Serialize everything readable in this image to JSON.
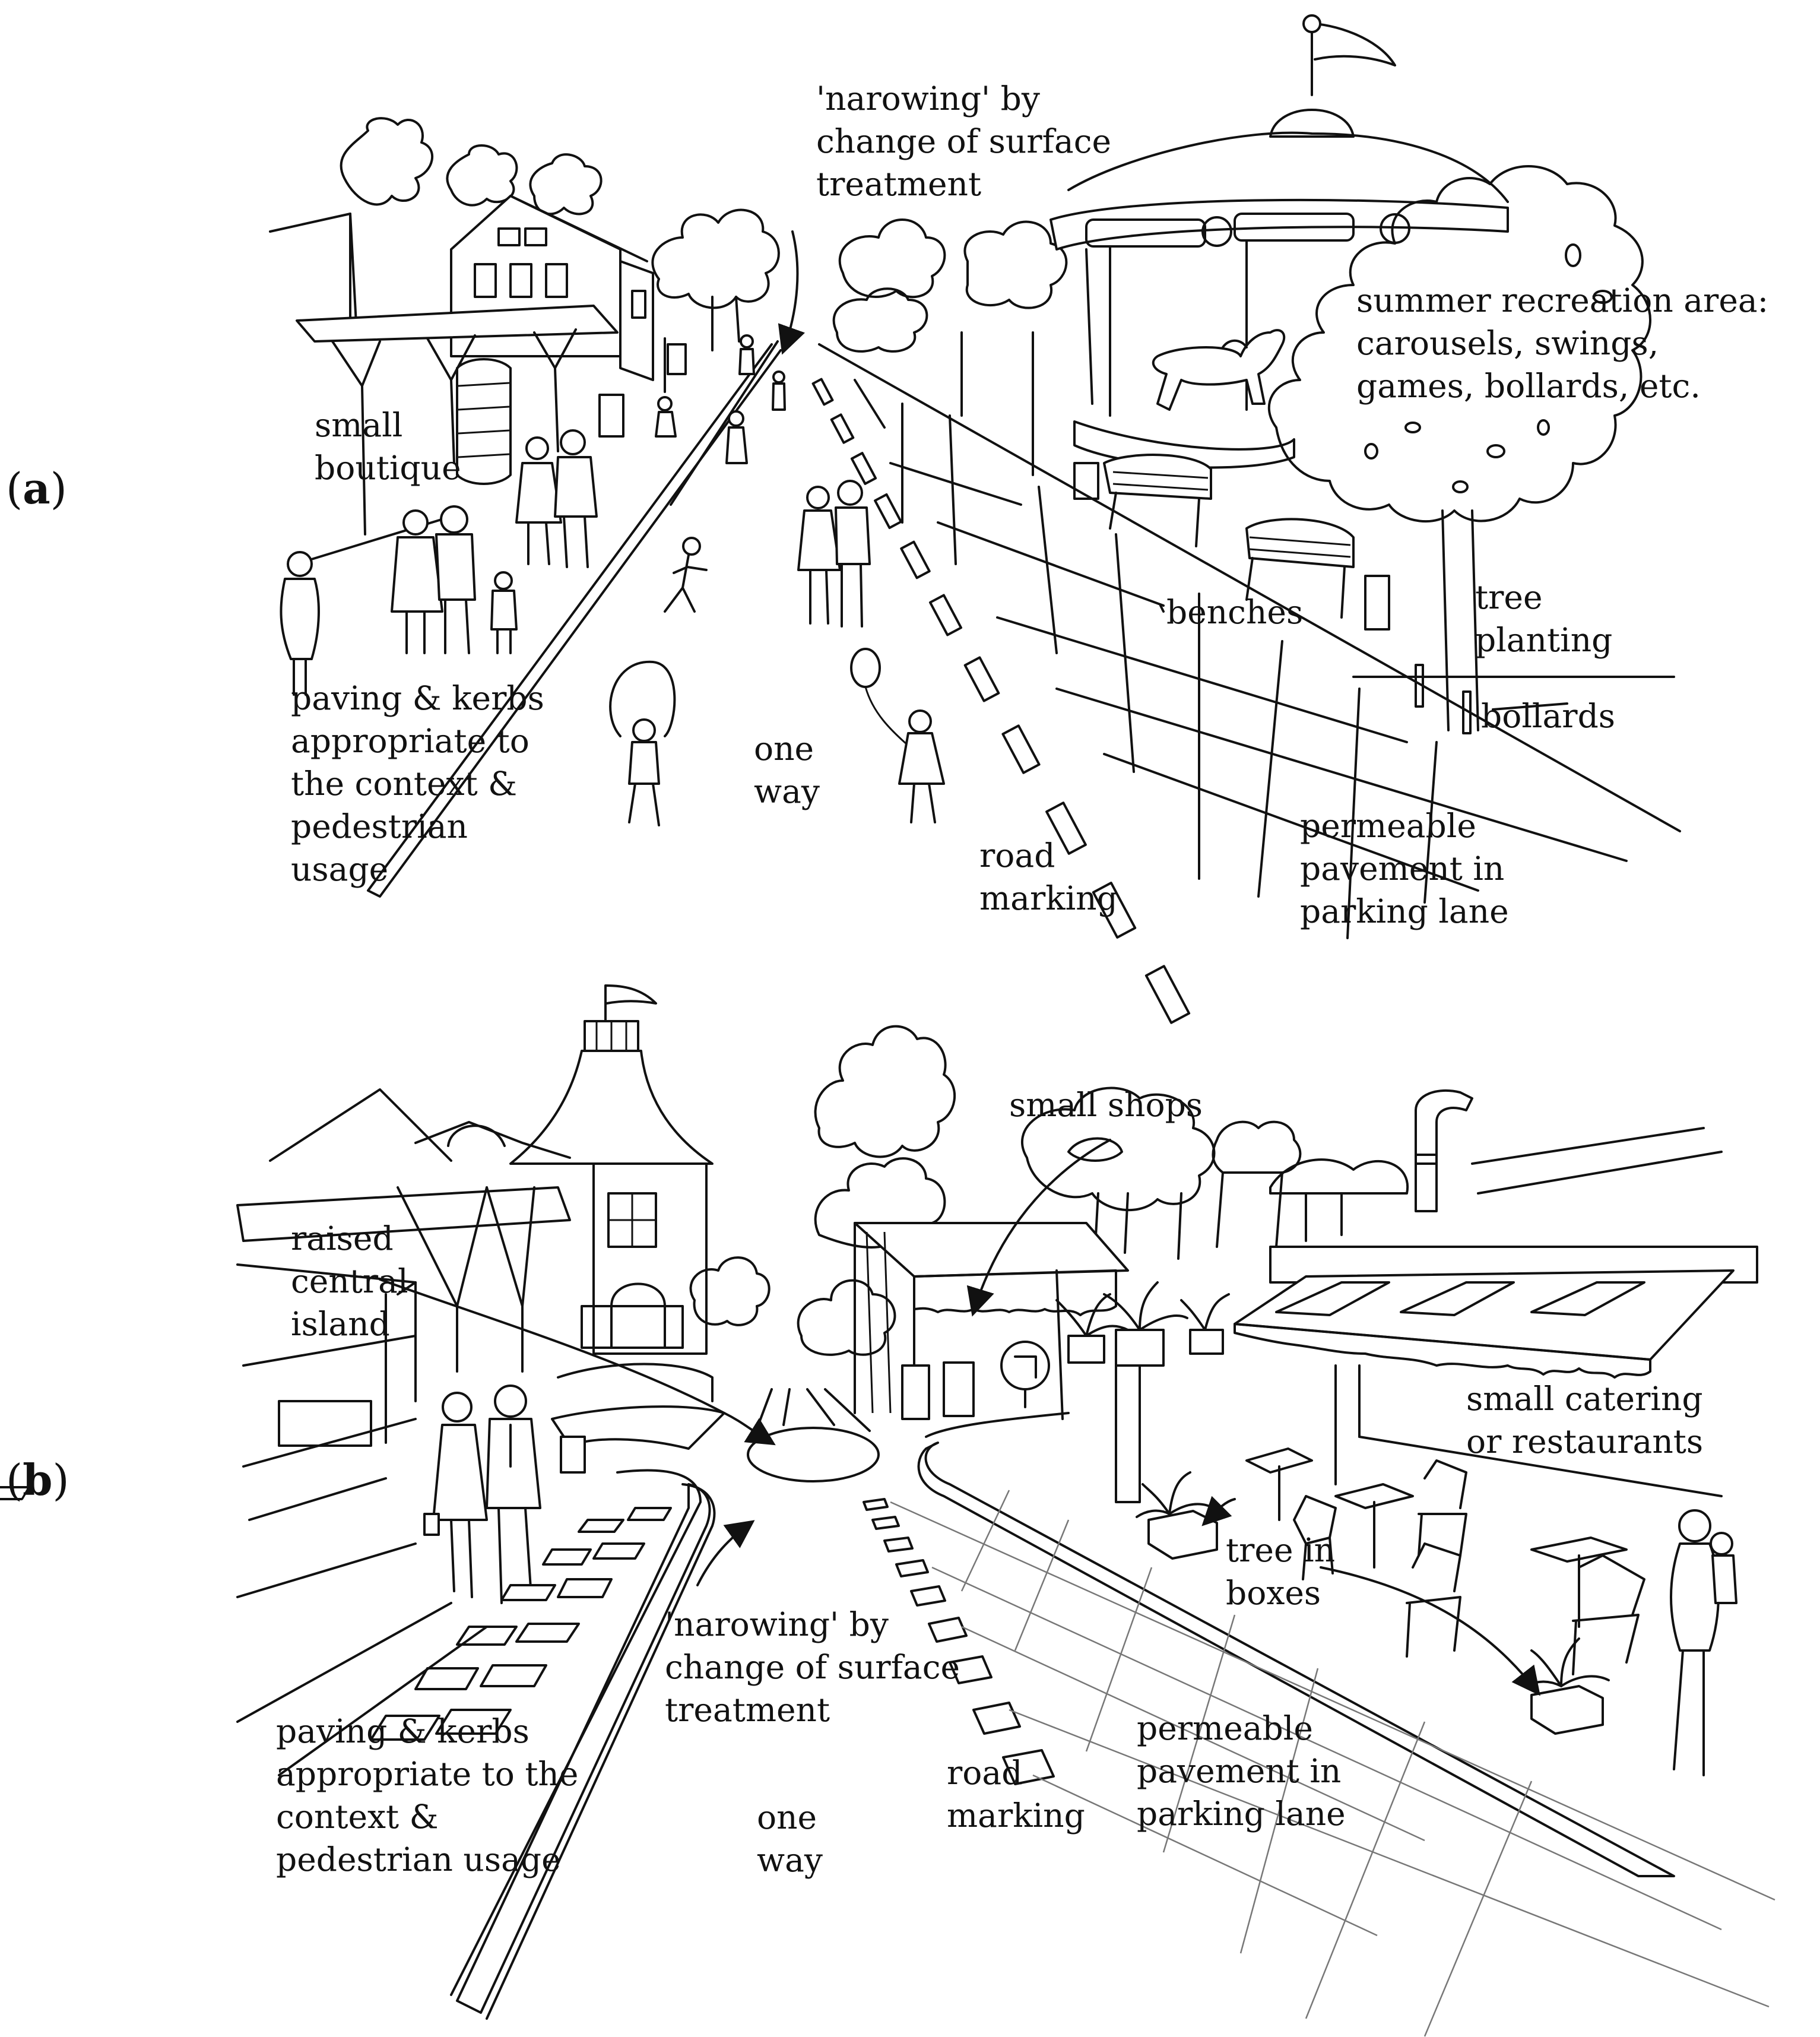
{
  "panels": [
    {
      "id": "a",
      "tag_open": "(",
      "tag_letter": "a",
      "tag_close": ")",
      "labels": {
        "narrowing": [
          "'narowing' by",
          "change of surface",
          "treatment"
        ],
        "boutique": [
          "small",
          "boutique"
        ],
        "recreation": [
          "summer recreation area:",
          "carousels, swings,",
          "games, bollards, etc."
        ],
        "benches": [
          "benches"
        ],
        "trees": [
          "tree",
          "planting"
        ],
        "bollards": [
          "bollards"
        ],
        "paving": [
          "paving & kerbs",
          "appropriate to",
          "the context &",
          "pedestrian",
          "usage"
        ],
        "oneway": [
          "one",
          "way"
        ],
        "roadmark": [
          "road",
          "marking"
        ],
        "permeable": [
          "permeable",
          "pavement in",
          "parking lane"
        ]
      }
    },
    {
      "id": "b",
      "tag_open": "(",
      "tag_letter": "b",
      "tag_close": ")",
      "labels": {
        "shops": [
          "small shops"
        ],
        "island": [
          "raised",
          "central",
          "island"
        ],
        "catering": [
          "small catering",
          "or restaurants"
        ],
        "treeboxes": [
          "tree in",
          "boxes"
        ],
        "narrowing": [
          "'narowing' by",
          "change of surface",
          "treatment"
        ],
        "paving": [
          "paving & kerbs",
          "appropriate to the",
          "context &",
          "pedestrian usage"
        ],
        "oneway": [
          "one",
          "way"
        ],
        "roadmark": [
          "road",
          "marking"
        ],
        "permeable": [
          "permeable",
          "pavement in",
          "parking lane"
        ]
      }
    }
  ],
  "icons": [
    "carousel-icon",
    "horse-icon",
    "bench-icon",
    "tree-icon",
    "house-icon",
    "person-icon",
    "balloon-icon",
    "flag-icon",
    "tower-icon",
    "awning-icon",
    "planter-icon",
    "cafe-table-icon",
    "chair-icon",
    "no-turn-sign-icon",
    "chimney-icon"
  ]
}
